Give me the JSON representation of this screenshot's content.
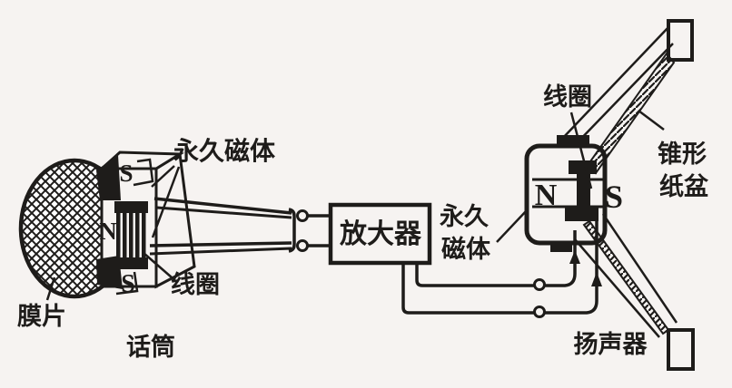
{
  "colors": {
    "background": "#f6f3f1",
    "ink": "#1e1c1a"
  },
  "diagram": {
    "microphone": {
      "name_label": "话筒",
      "diaphragm_label": "膜片",
      "magnet_label": "永久磁体",
      "coil_label": "线圈",
      "pole_top": "S",
      "pole_mid": "N",
      "pole_bottom": "S"
    },
    "amplifier": {
      "label": "放大器"
    },
    "speaker": {
      "name_label": "扬声器",
      "magnet_label_line1": "永久",
      "magnet_label_line2": "磁体",
      "coil_label": "线圈",
      "cone_label_line1": "锥形",
      "cone_label_line2": "纸盆",
      "pole_left": "N",
      "pole_right": "S"
    }
  }
}
